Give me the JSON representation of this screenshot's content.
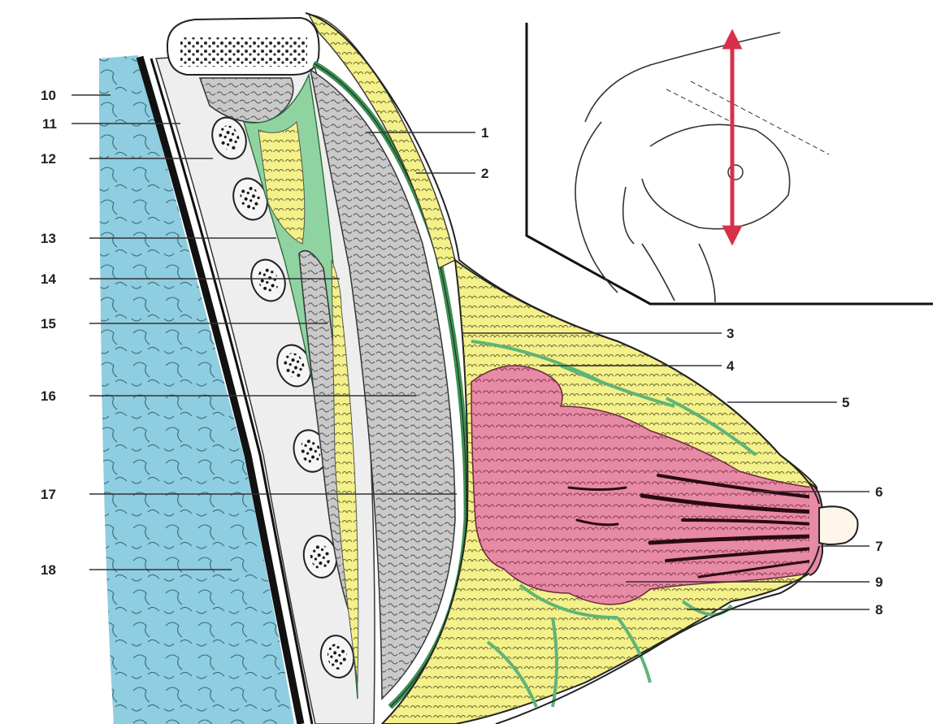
{
  "labels": {
    "l1": "1",
    "l2": "2",
    "l3": "3",
    "l4": "4",
    "l5": "5",
    "l6": "6",
    "l7": "7",
    "l8": "8",
    "l9": "9",
    "l10": "10",
    "l11": "11",
    "l12": "12",
    "l13": "13",
    "l14": "14",
    "l15": "15",
    "l16": "16",
    "l17": "17",
    "l18": "18"
  },
  "colors": {
    "lung": "#8fcde0",
    "fat": "#f4f08a",
    "fascia": "#8fd3a0",
    "gland": "#e78aa5",
    "muscle": "#c9c9c9",
    "bone": "#ffffff",
    "arrow": "#d9304a"
  },
  "inset": {
    "arrow_direction": "vertical"
  }
}
